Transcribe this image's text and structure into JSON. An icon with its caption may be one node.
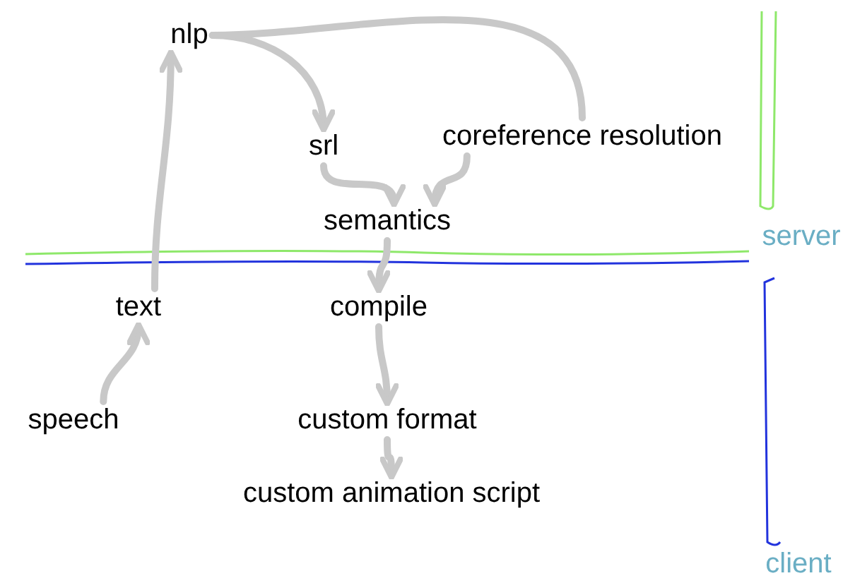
{
  "diagram": {
    "nodes": [
      {
        "text": [
          "nlp"
        ]
      },
      {
        "text": [
          "srl"
        ]
      },
      {
        "text": [
          "coreference resolution"
        ]
      },
      {
        "text": [
          "semantics"
        ]
      },
      {
        "text": [
          "text"
        ]
      },
      {
        "text": [
          "compile"
        ]
      },
      {
        "text": [
          "speech"
        ]
      },
      {
        "text": [
          "custom format"
        ]
      },
      {
        "text": [
          "custom animation script"
        ]
      }
    ],
    "edges": [
      {
        "from": 4,
        "to": 0,
        "arrow": "to"
      },
      {
        "from": 0,
        "to": 1,
        "arrow": "to"
      },
      {
        "from": 0,
        "to": 2,
        "arrow": "none"
      },
      {
        "from": 2,
        "to": 3,
        "arrow": "to"
      },
      {
        "from": 1,
        "to": 3,
        "arrow": "to"
      },
      {
        "from": 3,
        "to": 5,
        "arrow": "to"
      },
      {
        "from": 5,
        "to": 7,
        "arrow": "to"
      },
      {
        "from": 7,
        "to": 8,
        "arrow": "to"
      },
      {
        "from": 6,
        "to": 4,
        "arrow": "to"
      }
    ],
    "labels": [
      "server",
      "client"
    ]
  }
}
